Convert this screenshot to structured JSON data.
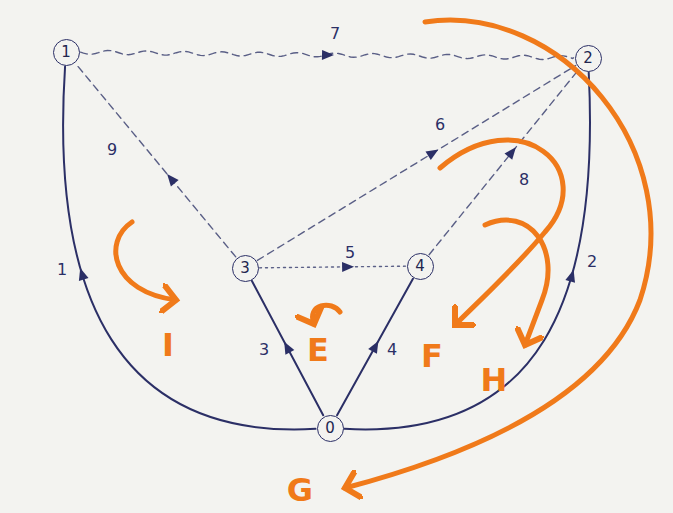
{
  "diagram": {
    "nodes": [
      {
        "text": [
          "1"
        ]
      },
      {
        "text": [
          "2"
        ]
      },
      {
        "text": [
          "3"
        ]
      },
      {
        "text": [
          "4"
        ]
      },
      {
        "text": [
          "0"
        ]
      }
    ],
    "edges": [
      {
        "from": 0,
        "to": 1,
        "arrow": "to",
        "label": "7"
      },
      {
        "from": 2,
        "to": 1,
        "arrow": "to",
        "label": "6"
      },
      {
        "from": 3,
        "to": 1,
        "arrow": "to",
        "label": "8"
      },
      {
        "from": 2,
        "to": 0,
        "arrow": "to",
        "label": "9"
      },
      {
        "from": 2,
        "to": 3,
        "arrow": "to",
        "label": "5"
      },
      {
        "from": 4,
        "to": 0,
        "arrow": "to",
        "label": "1"
      },
      {
        "from": 4,
        "to": 2,
        "arrow": "to",
        "label": "3"
      },
      {
        "from": 4,
        "to": 3,
        "arrow": "to",
        "label": "4"
      },
      {
        "from": 4,
        "to": 1,
        "arrow": "to",
        "label": "2"
      }
    ],
    "labels": [
      "I",
      "E",
      "F",
      "H",
      "G"
    ]
  }
}
